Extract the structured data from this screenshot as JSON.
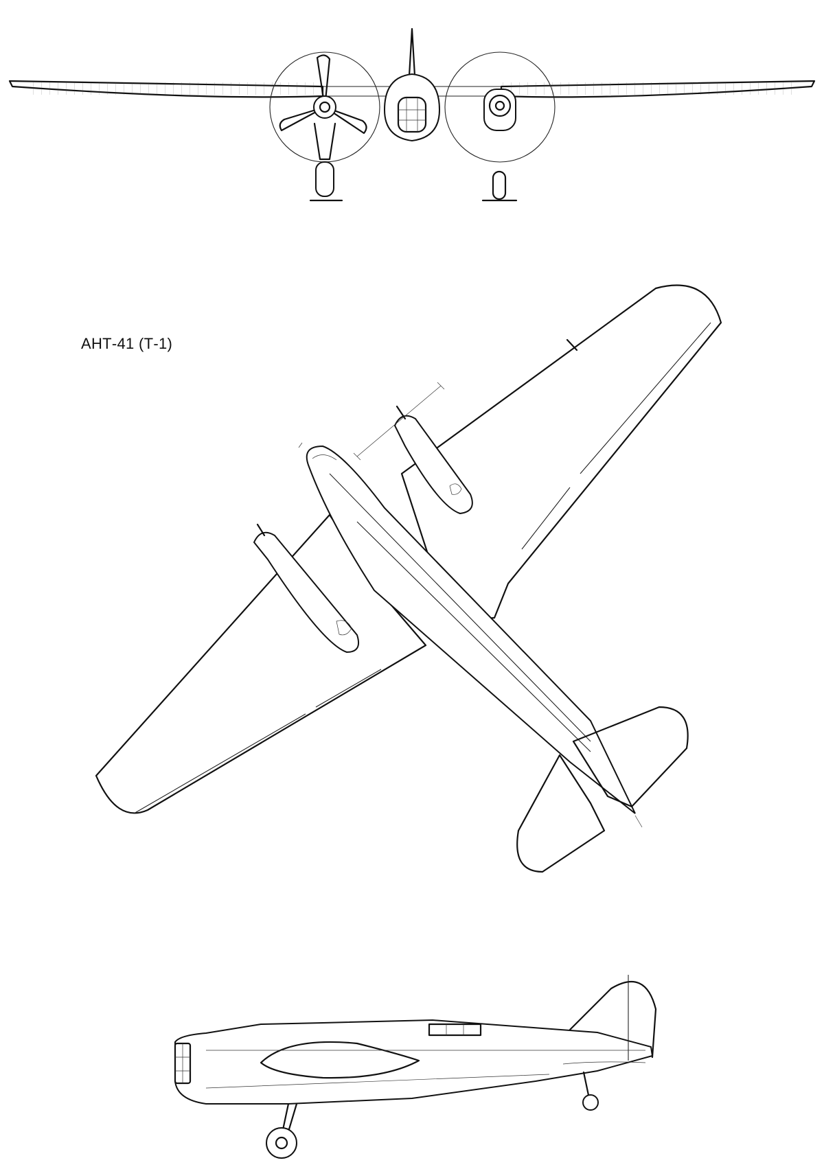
{
  "drawing": {
    "title": "АНТ-41 (Т-1)",
    "views": [
      "front-view",
      "top-view",
      "side-view"
    ]
  },
  "colors": {
    "line": "#111111",
    "background": "#ffffff"
  }
}
